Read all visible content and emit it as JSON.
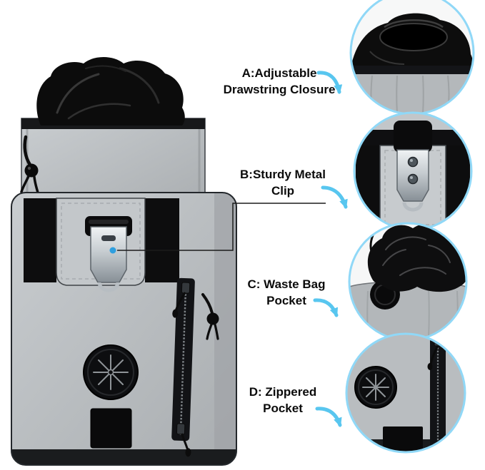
{
  "labels": {
    "a": {
      "line1": "A:Adjustable",
      "line2": "Drawstring Closure"
    },
    "b": {
      "line1": "B:Sturdy Metal",
      "line2": "Clip"
    },
    "c": {
      "line1": "C: Waste Bag",
      "line2": "Pocket"
    },
    "d": {
      "line1": "D: Zippered",
      "line2": "Pocket"
    }
  },
  "colors": {
    "background": "#ffffff",
    "callout_text": "#0b0b0b",
    "arrow_blue": "#58c6ef",
    "inset_ring_blue": "#90d8f7",
    "annotation_dot_blue": "#2f9fdf",
    "bag_gray": "#b5b9bc",
    "fabric_black": "#0d0d0d",
    "metal_silver": "#c6ccd0"
  }
}
